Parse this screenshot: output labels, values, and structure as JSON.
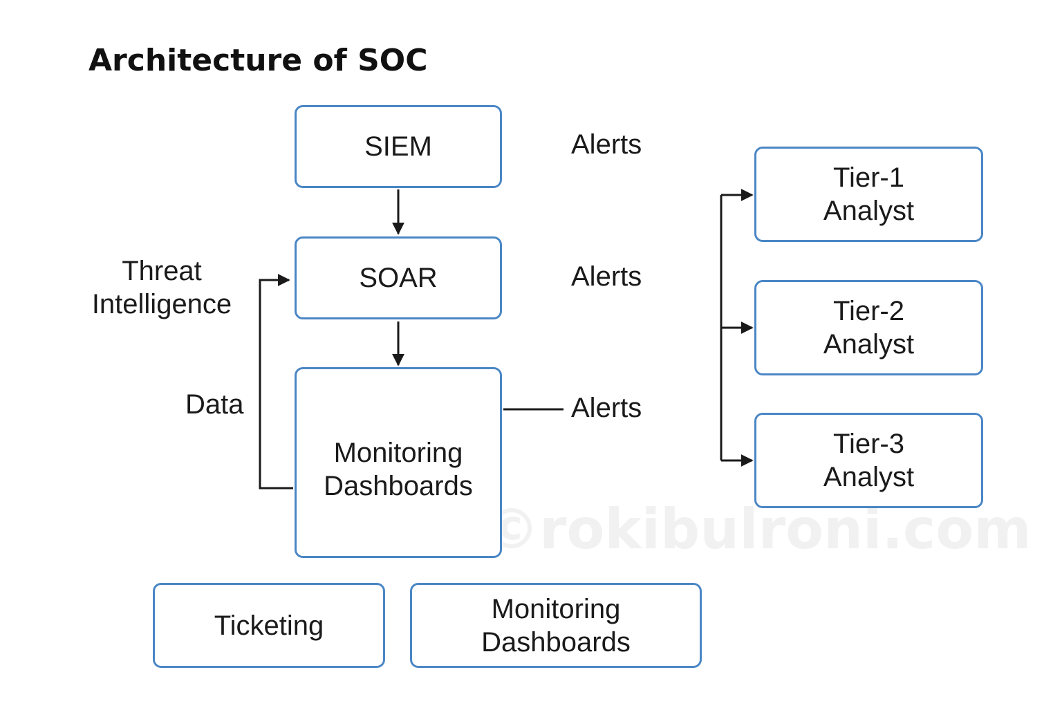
{
  "title": "Architecture of SOC",
  "accent_color": "#4a86c5",
  "line_color": "#1a1a1a",
  "nodes": {
    "siem": "SIEM",
    "soar": "SOAR",
    "monitoring_main": "Monitoring\nDashboards",
    "tier1": "Tier-1\nAnalyst",
    "tier2": "Tier-2\nAnalyst",
    "tier3": "Tier-3\nAnalyst",
    "ticketing": "Ticketing",
    "monitoring_bottom": "Monitoring\nDashboards"
  },
  "labels": {
    "alerts_1": "Alerts",
    "alerts_2": "Alerts",
    "alerts_3": "Alerts",
    "threat_intelligence": "Threat\nIntelligence",
    "data": "Data"
  },
  "watermark": "©rokibulroni.com"
}
